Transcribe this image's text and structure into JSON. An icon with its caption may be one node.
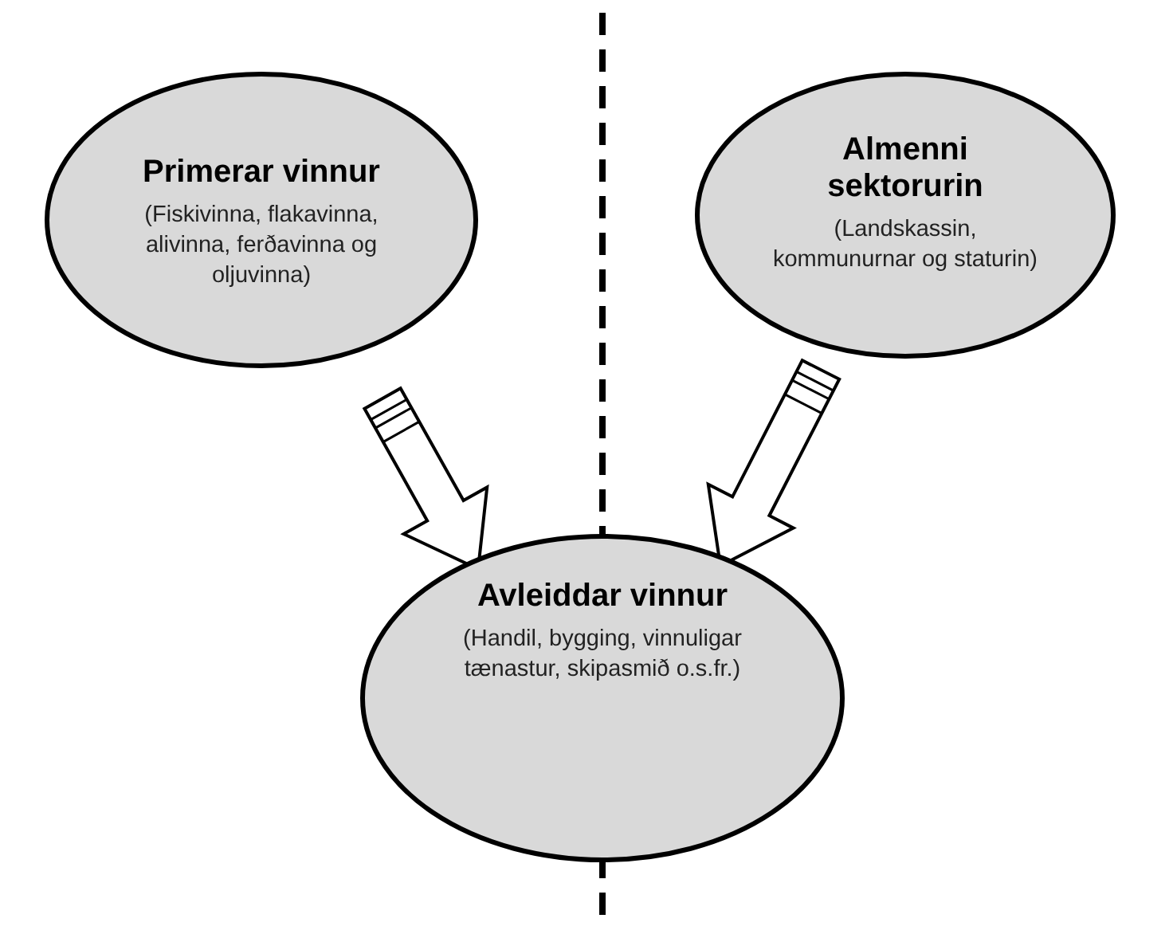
{
  "diagram": {
    "nodes": [
      {
        "text": [
          "Primerar vinnur",
          "(Fiskivinna, flakavinna, alivinna, ferðavinna og oljuvinna)"
        ]
      },
      {
        "text": [
          "Almenni sektorurin",
          "(Landskassin, kommunurnar og staturin)"
        ]
      },
      {
        "text": [
          "Avleiddar vinnur",
          "(Handil, bygging, vinnuligar tænastur, skipasmið o.s.fr.)"
        ]
      }
    ],
    "edges": [
      {
        "from": 0,
        "to": 2,
        "arrow": "to"
      },
      {
        "from": 1,
        "to": 2,
        "arrow": "to"
      }
    ]
  }
}
